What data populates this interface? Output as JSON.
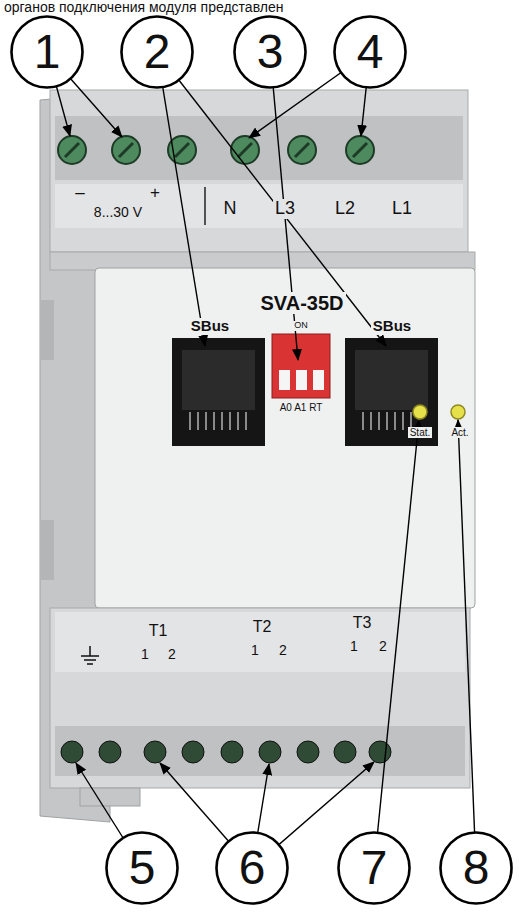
{
  "diagram": {
    "nodes": [
      {
        "text": [
          "1"
        ]
      },
      {
        "text": [
          "2"
        ]
      },
      {
        "text": [
          "3"
        ]
      },
      {
        "text": [
          "4"
        ]
      },
      {
        "text": [
          "5"
        ]
      },
      {
        "text": [
          "6"
        ]
      },
      {
        "text": [
          "7"
        ]
      },
      {
        "text": [
          "8"
        ]
      }
    ],
    "labels": [
      "органов подключения модуля представлен",
      "–",
      "+",
      "8...30 V",
      "N",
      "L3",
      "L2",
      "L1",
      "SVA-35D",
      "SBus",
      "ON",
      "SBus",
      "A0 A1 RT",
      "Stat.",
      "Act.",
      "T1",
      "1",
      "2",
      "T2",
      "1",
      "2",
      "T3",
      "1",
      "2"
    ]
  }
}
